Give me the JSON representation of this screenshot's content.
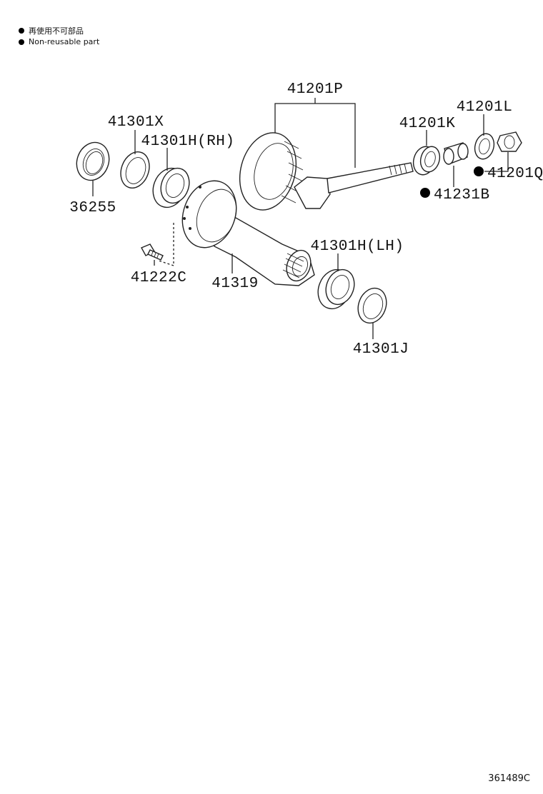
{
  "legend": {
    "items": [
      {
        "text": "再使用不可部品"
      },
      {
        "text": "Non-reusable part"
      }
    ]
  },
  "parts": [
    {
      "id": "p41201P",
      "label": "41201P",
      "non_reusable": false
    },
    {
      "id": "p41201L",
      "label": "41201L",
      "non_reusable": false
    },
    {
      "id": "p41201K",
      "label": "41201K",
      "non_reusable": false
    },
    {
      "id": "p41201Q",
      "label": "41201Q",
      "non_reusable": true
    },
    {
      "id": "p41231B",
      "label": "41231B",
      "non_reusable": true
    },
    {
      "id": "p41301X",
      "label": "41301X",
      "non_reusable": false
    },
    {
      "id": "p41301HRH",
      "label": "41301H(RH)",
      "non_reusable": false
    },
    {
      "id": "p36255",
      "label": "36255",
      "non_reusable": false
    },
    {
      "id": "p41222C",
      "label": "41222C",
      "non_reusable": false
    },
    {
      "id": "p41319",
      "label": "41319",
      "non_reusable": false
    },
    {
      "id": "p41301HLH",
      "label": "41301H(LH)",
      "non_reusable": false
    },
    {
      "id": "p41301J",
      "label": "41301J",
      "non_reusable": false
    }
  ],
  "illustration_code": "361489C"
}
